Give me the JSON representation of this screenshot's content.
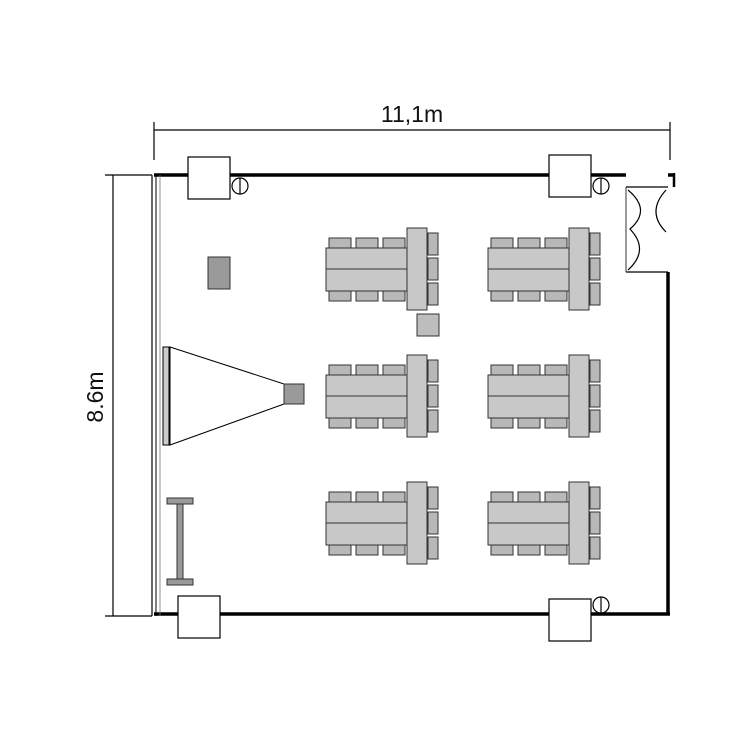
{
  "dimensions": {
    "width_label": "11,1m",
    "height_label": "8.6m"
  },
  "room": {
    "table_groups": 6,
    "seats_per_side": 3,
    "chair_color": "#b8b8b8",
    "table_color": "#c8c8c8",
    "wall_color": "#000000"
  }
}
